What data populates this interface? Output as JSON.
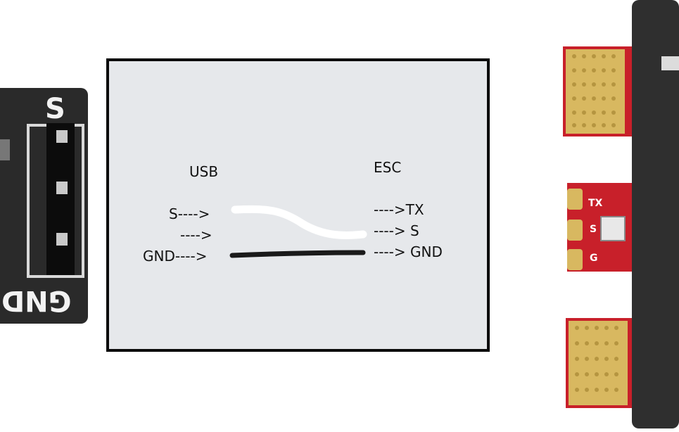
{
  "usb_board": {
    "silk_top": "S",
    "silk_bottom": "GND"
  },
  "diagram": {
    "usb_heading": "USB",
    "esc_heading": "ESC",
    "usb_pins": [
      "S---->",
      "---->",
      "GND---->"
    ],
    "esc_pins": [
      "---->TX",
      "----> S",
      "----> GND"
    ]
  },
  "esc_board": {
    "pad_labels": [
      "TX",
      "S",
      "G"
    ]
  },
  "colors": {
    "signal_wire": "#ffffff",
    "ground_wire": "#1a1a1a",
    "pcb_red": "#c8202a",
    "gold": "#d8b860"
  }
}
